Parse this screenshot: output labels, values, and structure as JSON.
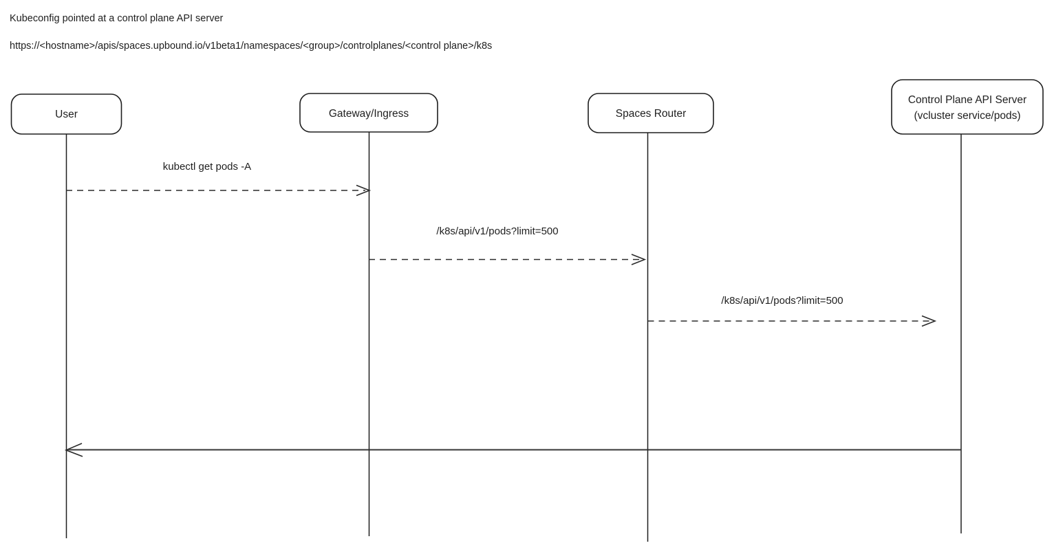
{
  "page": {
    "title": "Kubeconfig pointed at a control plane API server",
    "endpoint_url": "https://<hostname>/apis/spaces.upbound.io/v1beta1/namespaces/<group>/controlplanes/<control plane>/k8s"
  },
  "diagram": {
    "type": "sequence-diagram",
    "style": "hand-drawn",
    "stroke_color": "#1e1e1e",
    "background_color": "#ffffff",
    "actors": [
      {
        "id": "user",
        "label": "User"
      },
      {
        "id": "gateway-ingress",
        "label": "Gateway/Ingress"
      },
      {
        "id": "spaces-router",
        "label": "Spaces Router"
      },
      {
        "id": "control-plane-api-server",
        "label_line1": "Control Plane API Server",
        "label_line2": "(vcluster service/pods)"
      }
    ],
    "messages": [
      {
        "from": "User",
        "to": "Gateway/Ingress",
        "label": "kubectl get pods -A",
        "line_style": "dashed",
        "direction": "right"
      },
      {
        "from": "Gateway/Ingress",
        "to": "Spaces Router",
        "label": "/k8s/api/v1/pods?limit=500",
        "line_style": "dashed",
        "direction": "right"
      },
      {
        "from": "Spaces Router",
        "to": "Control Plane API Server",
        "label": "/k8s/api/v1/pods?limit=500",
        "line_style": "dashed",
        "direction": "right"
      },
      {
        "from": "Control Plane API Server",
        "to": "User",
        "label": "",
        "line_style": "solid",
        "direction": "left"
      }
    ]
  }
}
